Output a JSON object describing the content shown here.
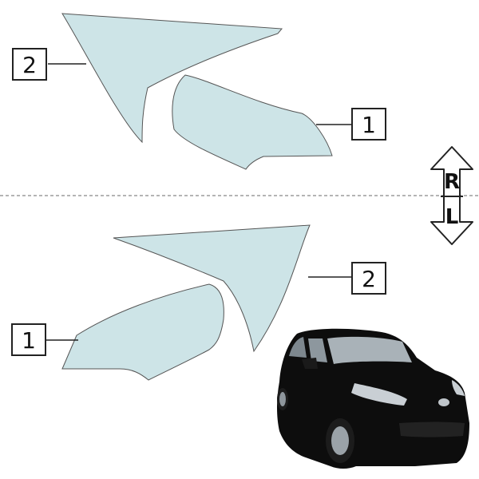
{
  "callouts": {
    "upper_left": "2",
    "upper_right": "1",
    "lower_left": "1",
    "lower_right": "2"
  },
  "arrow": {
    "top_letter": "R",
    "bottom_letter": "L"
  },
  "colors": {
    "film": "#cde4e7",
    "outline": "#555555",
    "divider": "#888888",
    "car_body": "#0d0d0d"
  },
  "icons": {
    "direction": "up-down-arrow-icon",
    "vehicle": "car-icon"
  }
}
